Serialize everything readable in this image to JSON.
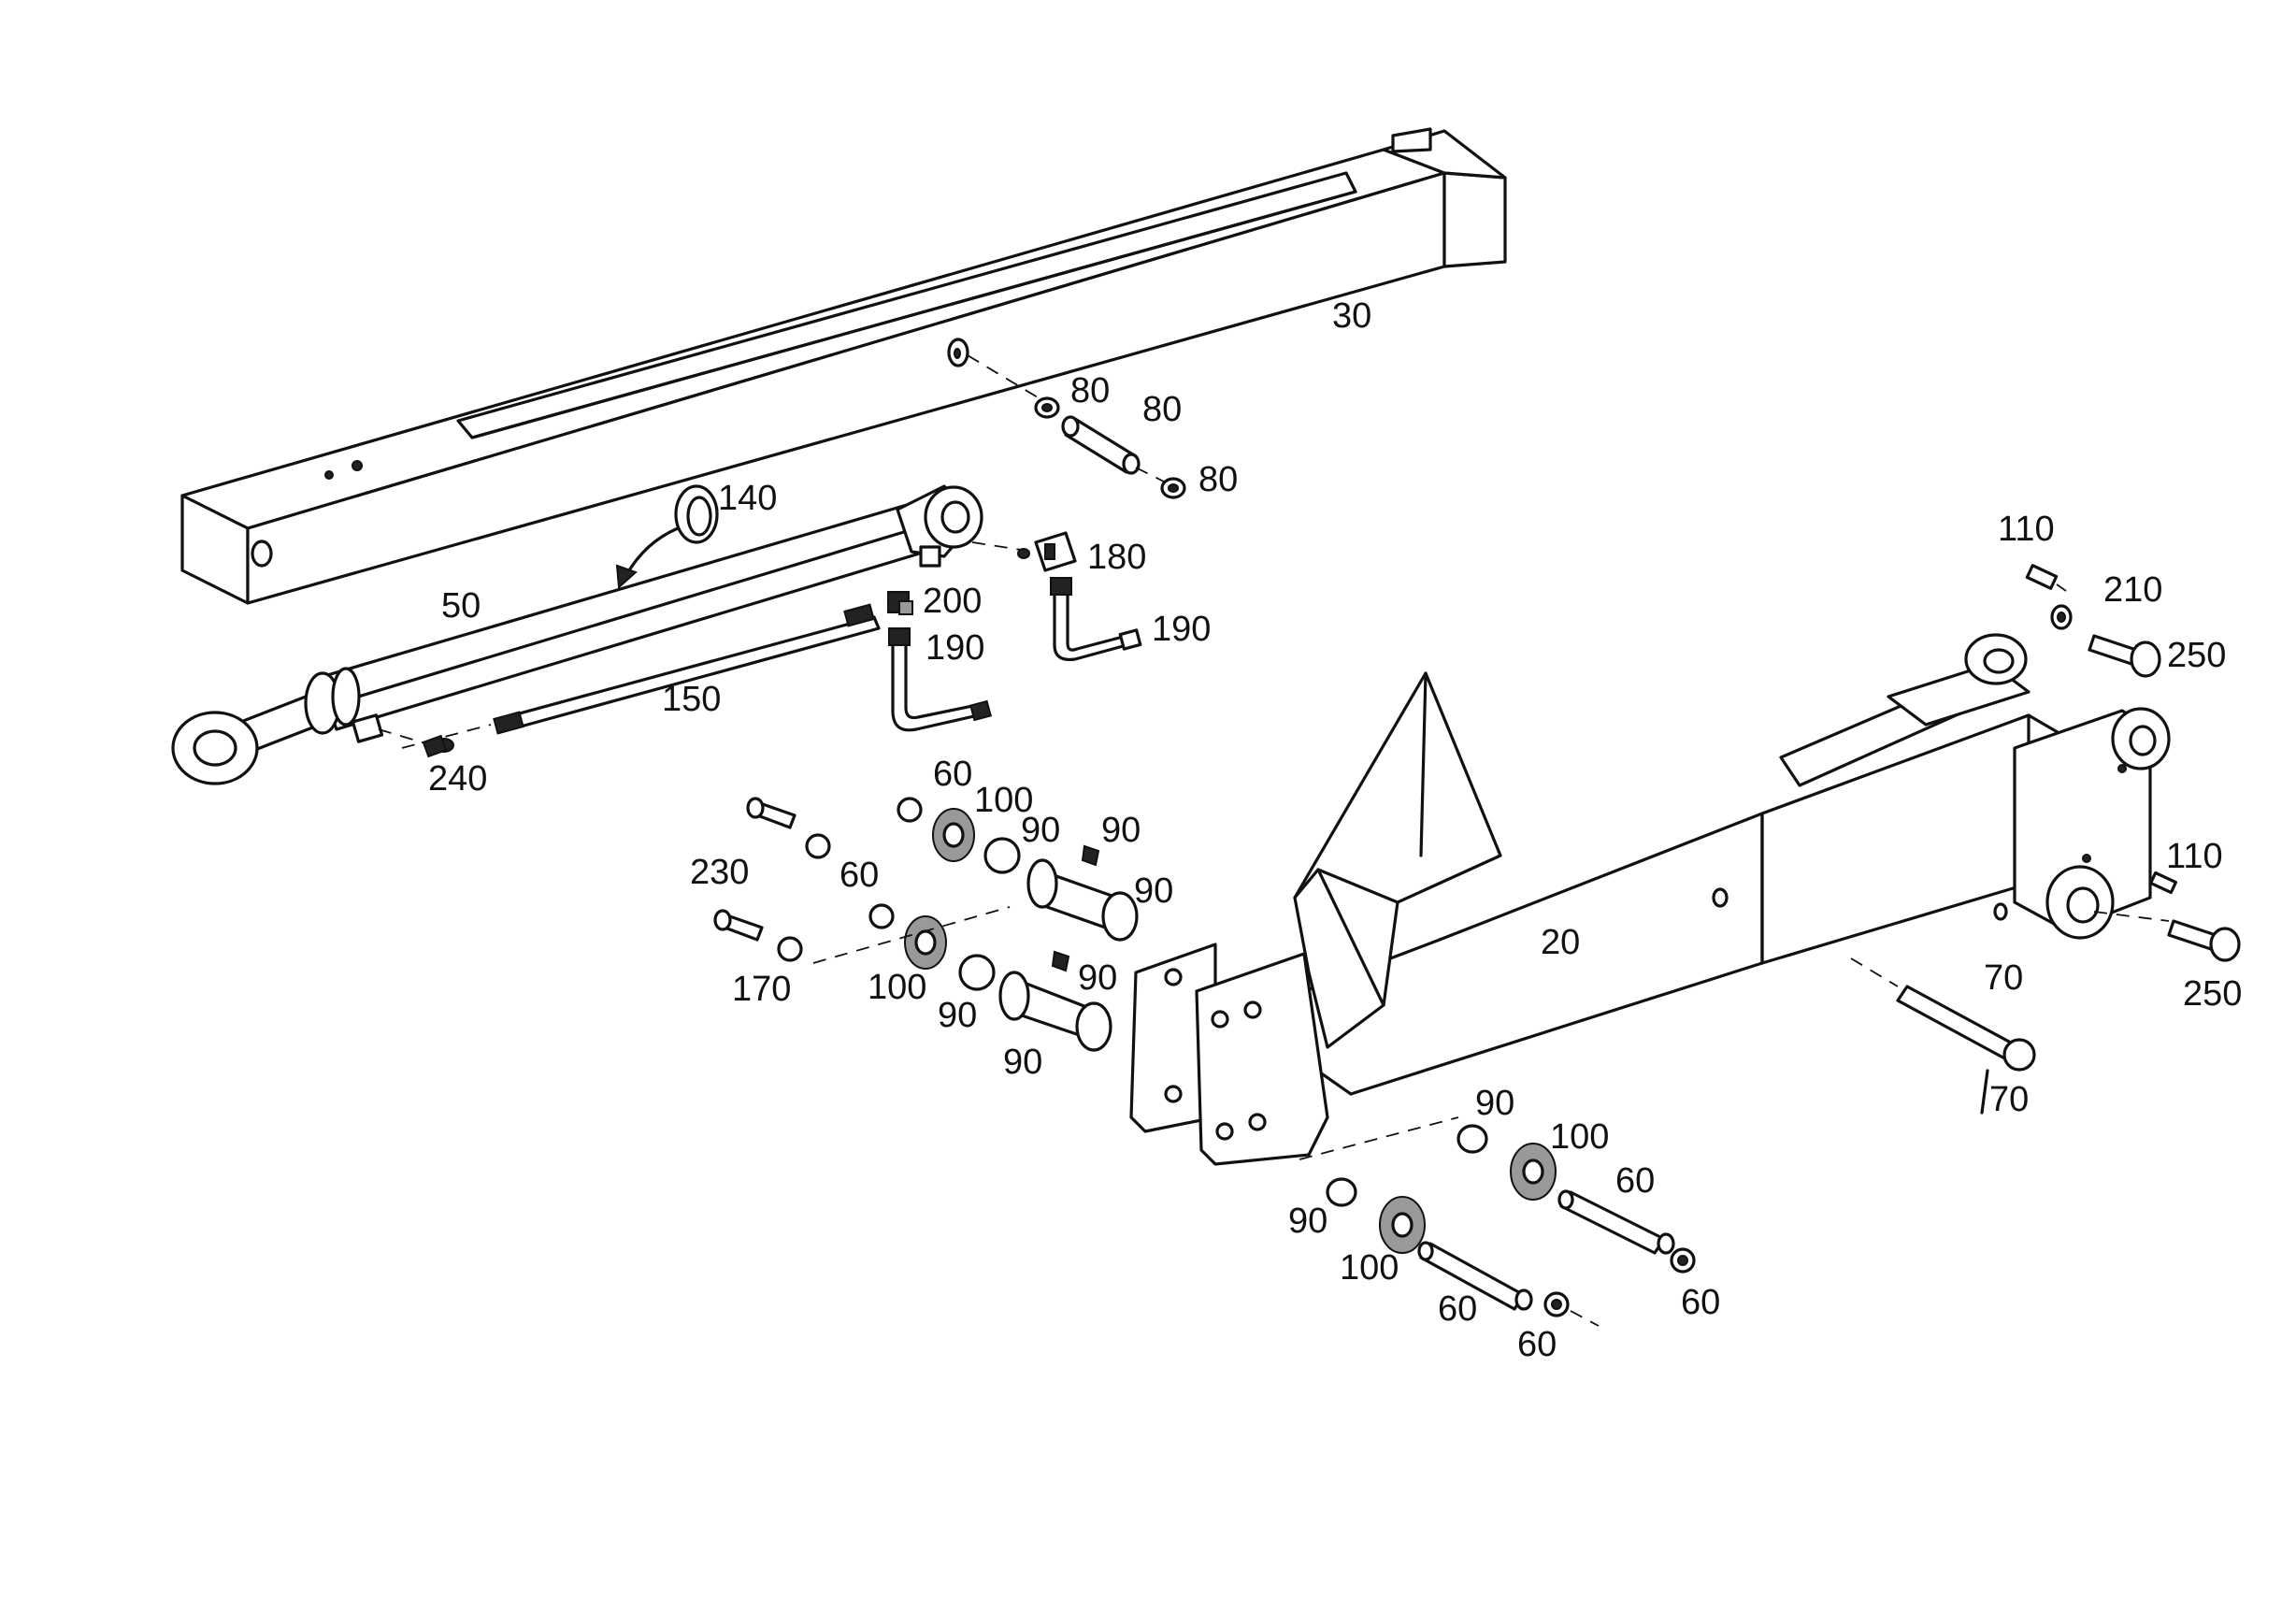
{
  "labels": {
    "l20": "20",
    "l30": "30",
    "l50": "50",
    "l60a": "60",
    "l60b": "60",
    "l60c": "60",
    "l60d": "60",
    "l60e": "60",
    "l60f": "60",
    "l70a": "70",
    "l70b": "70",
    "l80a": "80",
    "l80b": "80",
    "l80c": "80",
    "l90a": "90",
    "l90b": "90",
    "l90c": "90",
    "l90d": "90",
    "l90e": "90",
    "l90f": "90",
    "l90g": "90",
    "l90h": "90",
    "l100a": "100",
    "l100b": "100",
    "l100c": "100",
    "l100d": "100",
    "l110a": "110",
    "l110b": "110",
    "l140": "140",
    "l150": "150",
    "l170": "170",
    "l180": "180",
    "l190a": "190",
    "l190b": "190",
    "l200": "200",
    "l210": "210",
    "l230": "230",
    "l240": "240",
    "l250a": "250",
    "l250b": "250"
  }
}
